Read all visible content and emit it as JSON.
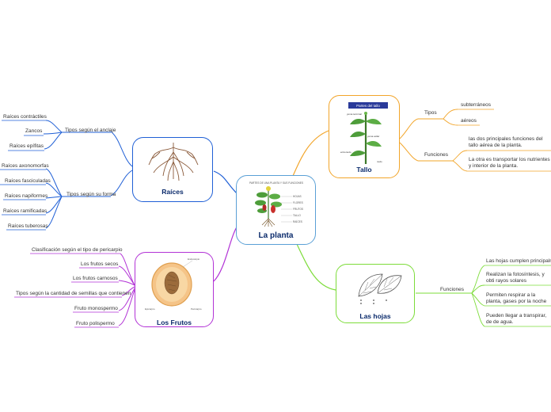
{
  "center": {
    "title": "La planta",
    "image_title": "PARTES DE UNA PLANTA Y SUS FUNCIONES",
    "image_labels": [
      "HOJAS",
      "FLORES",
      "FRUTOS",
      "TALLO",
      "RAÍCES"
    ]
  },
  "raices": {
    "title": "Raíces",
    "grupo_anclaje": "Tipos  según el anclaje",
    "anclaje": [
      "Raíces contráctiles",
      "Zancos",
      "Raíces epífitas"
    ],
    "grupo_forma": "Tipos  según su forma",
    "forma": [
      "Raíces axonomorfas",
      "Raíces fasciculadas",
      "Raíces napiformes",
      "Raíces ramificadas",
      "Raíces tuberosas"
    ]
  },
  "frutos": {
    "title": "Los Frutos",
    "items": [
      "Clasificación  según el tipo de pericarpio",
      "Los frutos secos",
      "Los frutos carnosos",
      "Tipos según la cantidad de semillas que contienen",
      "Fruto monospermo",
      "Fruto polispermo"
    ],
    "image_labels": [
      "Endocarpio",
      "Epicarpio",
      "Pericarpio"
    ]
  },
  "tallo": {
    "title": "Tallo",
    "image_title": "Partes del tallo",
    "image_labels": [
      "yema terminal",
      "yema axilar",
      "entrenudo",
      "nudo"
    ],
    "tipos_label": "Tipos",
    "tipos": [
      "subterráneos",
      "aéreos"
    ],
    "funciones_label": "Funciones",
    "funciones": [
      "las dos principales funciones del tallo aérea de la planta.",
      "La otra es transportar los nutrientes y interior de la planta."
    ]
  },
  "hojas": {
    "title": "Las hojas",
    "funciones_label": "Funciones",
    "funciones": [
      "Las hojas cumplen principalm",
      "Realizan la fotosíntesis, y obti rayos solares",
      "Permiten respirar a la planta, gases por la noche",
      "Pueden llegar a transpirar, de de agua."
    ]
  },
  "colors": {
    "raices": "#1f5fd6",
    "frutos": "#b233d6",
    "tallo": "#f2a52a",
    "hojas": "#7ddc3a",
    "center": "#5aa0d6"
  }
}
